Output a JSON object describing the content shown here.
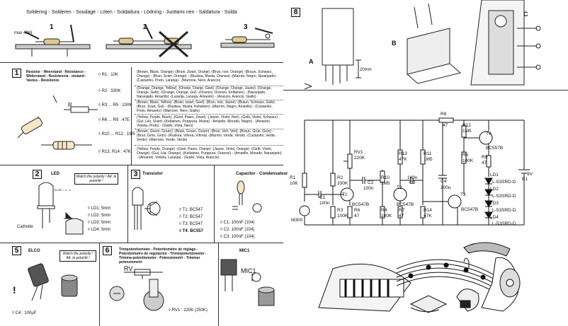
{
  "header": {
    "title": "Soldering - Solderen - Soudage - Löten - Soldadura - Lödning - Juottami nen - Saldatura - Solda"
  },
  "soldering": {
    "steps": [
      "1",
      "2",
      "3"
    ],
    "iron_note": "max 40W"
  },
  "section1": {
    "number": "1",
    "title": "Resistor - Weerstand - Résistance - Widerstand - Resistencia - otstand - Vastus - Resistenze",
    "rows": [
      {
        "ref": "◊ R1 : 10K",
        "desc": "(Brown, Black, Orange) -(Bruin, Zwart, Oranje) -(Brun, noir, Orange) -(Braun, Schwarz, Orange) - (Brun, Svart, Orange) - (Ruskea, Musta, Oranssi) -(Marrón, Negro, Naranjado) -(Castanho, Preto, Laranja) - (Marrone, Nero, Arancio)"
      },
      {
        "ref": "◊ R2 : 330K",
        "desc": "(Orange, Orange, Yellow) -(Oranje, Oranje, Geel) -(Orange, Orange, Jaune) -(Orange, Orange, Gelb) -(Orange, Orange, Gul) -(Oranssi, Oranssi, Keltainen) - (Naranjado, Naranjado, Amarillo) -(Laranja, Laranja, Amarelo) - (Arancio, Arancio, Giallo)"
      },
      {
        "ref": "◊ R3 ... R5 : 100K",
        "desc": "(Brown, Black, Yellow) -(Bruin, zwart, Geel) -(Brun, noir, Jaune) -(Braun, Schwarz, Gelb) -(Brun, Svart, Gul) - (Ruskea, Musta, Keltainen) -(Marrón, Negro, Amarillo) - (Castanho, Preto, Amarelo) -(Marrone, Nero, Giallo)"
      },
      {
        "ref": "◊ R6 ... R9 : 47E",
        "desc": "(Yellow, Purple, Black) -(Geel, Paars, Zwart) -(Jaune, Violet, Noir) -(Gelb, Violet, Schwarz) -(Gul, Lila, Svart) -(Keltainen, Purppura, Musta) - Amarillo, Morado, Negro) - (Amarelo, Violeta, Preto) - (Giallo, Viola, Nero)"
      },
      {
        "ref": "◊ R10 ... R12 : 1M5",
        "desc": "(Brown, Green, Green) -(Bruin, Groen, Groen) -(Brun, Vert, Vert) -(Braun, Grün, Grün) -(Brun, Grön, Grön) -(Ruskea, Vihreä, Vihreä) -(Marrón, Verde, Verde) -(Castanho, Verde, Verde) -(Marrone, Verde, Verde)"
      },
      {
        "ref": "◊ R13, R14 : 47K",
        "desc": "(Yellow, Purple, Orange) -(Geel, Paars, Oranje) -(Jaune, Violet, Orange) -(Gelb, Violet, Orange) -(Gul, Lila, Orange) -(Keltainen, Purppura, Oranssi) - (Amarillo, Morado, Naranjado) - (Amarelo, Violeta, Laranja) - (Giallo, Viola, Arancio)"
      }
    ],
    "resistor_label": "R"
  },
  "section2": {
    "number": "2",
    "title": "LED",
    "note": "Watch the polarity ! Att. la polarité !",
    "color_label": "COLOR = 2...4",
    "cathode_label": "Cathode",
    "items": [
      "◊ LD1: 5mm",
      "◊ LD2: 5mm",
      "◊ LD3: 5mm",
      "◊ LD4: 5mm"
    ]
  },
  "section3": {
    "number": "3",
    "title": "Transistor",
    "items": [
      "◊ T1: BC547",
      "◊ T2: BC547",
      "◊ T3: BC547",
      "◊ T4: BC557"
    ]
  },
  "section4": {
    "title": "Capacitor - Condensateur",
    "items": [
      "◊ C1: 100nF (104)",
      "◊ C2: 100nF (104)",
      "◊ C3: 100nF (104)"
    ]
  },
  "section5": {
    "number": "5",
    "title": "ELCO",
    "note": "Watch the polarity ! Att. la polarité !",
    "item": "◊ C4 : 100µF"
  },
  "section6": {
    "number": "6",
    "title": "Trimpotentiometer - Potentiomètre de réglage - Potentiometro de regulación - Trimmpotentiometer - Trimma-potentiometer - Potenziometri - Trimmer potenziometri",
    "rv_label": "RV",
    "item": "◊ RV1 : 220K (250K)"
  },
  "mic": {
    "title": "MIC1",
    "label": "MIC1"
  },
  "section8": {
    "number": "8",
    "labels": {
      "a": "A",
      "b": "B",
      "c": "C"
    },
    "dimension": "20mm"
  },
  "schematic": {
    "components": {
      "R1": [
        "R1",
        "10K"
      ],
      "R2": [
        "R2",
        "330K"
      ],
      "R3": [
        "R3",
        "100K"
      ],
      "R4": [
        "R4",
        "100K"
      ],
      "R5": [
        "R5",
        "100K"
      ],
      "R6": [
        "R6",
        "47"
      ],
      "R7": [
        "R7",
        "47"
      ],
      "R8": [
        "R8",
        "47"
      ],
      "R9": [
        "R9",
        "47"
      ],
      "R10": [
        "R10",
        "1M5"
      ],
      "R11": [
        "R11",
        "1M5"
      ],
      "R12": [
        "R12",
        "1M5"
      ],
      "R13": [
        "R13",
        "47K"
      ],
      "R14": [
        "R14",
        "47K"
      ],
      "RV1": [
        "RV1",
        "220K"
      ],
      "C1": [
        "C1",
        "100n"
      ],
      "C2": [
        "C2",
        "100n"
      ],
      "C3": [
        "C3",
        "100n"
      ],
      "C4": [
        "C4",
        "100u"
      ],
      "T1": [
        "T1",
        "BC547B"
      ],
      "T2": [
        "T2",
        "BC547B"
      ],
      "T3": [
        "T3",
        "BC547B"
      ],
      "T4": [
        "T4",
        "BC557B"
      ],
      "LD1": [
        "LD1",
        "L-53SRD-D"
      ],
      "LD2": [
        "LD2",
        "L-53SRD-D"
      ],
      "LD3": [
        "LD3",
        "L-53SRD-D"
      ],
      "LD4": [
        "LD4",
        "L-53SRD-D"
      ],
      "E1": [
        "9V",
        "E1"
      ],
      "M300": "M300"
    }
  }
}
